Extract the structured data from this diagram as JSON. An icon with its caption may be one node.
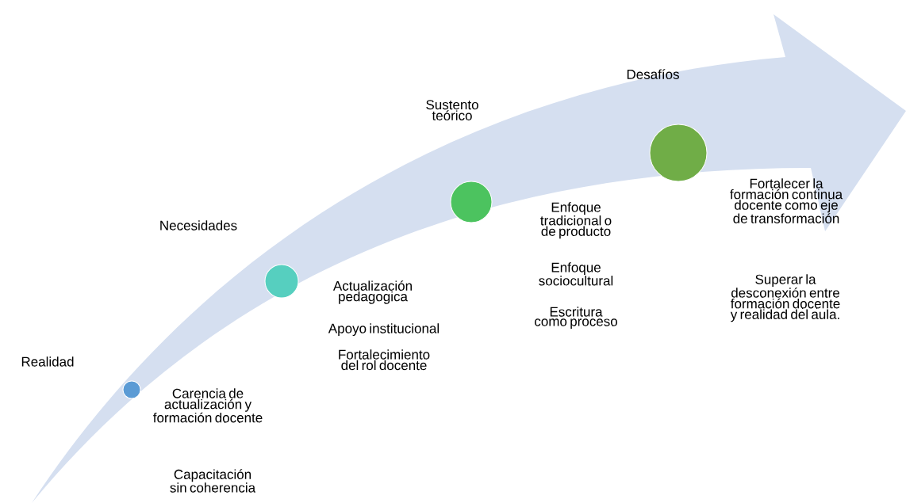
{
  "diagram": {
    "nodes": [
      {
        "text": [
          "Realidad"
        ],
        "beside": [
          "Carencia de actualización y formación docente",
          "Capacitación sin coherencia"
        ]
      },
      {
        "text": [
          "Necesidades"
        ],
        "beside": [
          "Actualización pedagogica",
          "Apoyo institucional",
          "Fortalecimiento del rol docente"
        ]
      },
      {
        "text": [
          "Sustento teórico"
        ],
        "beside": [
          "Enfoque tradicional o de producto",
          "Enfoque sociocultural",
          "Escritura como proceso"
        ]
      },
      {
        "text": [
          "Desafíos"
        ],
        "beside": [
          "Fortalecer la formación continua docente como eje de transformación",
          "Superar la desconexión entre formación docente y realidad del aula."
        ]
      }
    ]
  }
}
